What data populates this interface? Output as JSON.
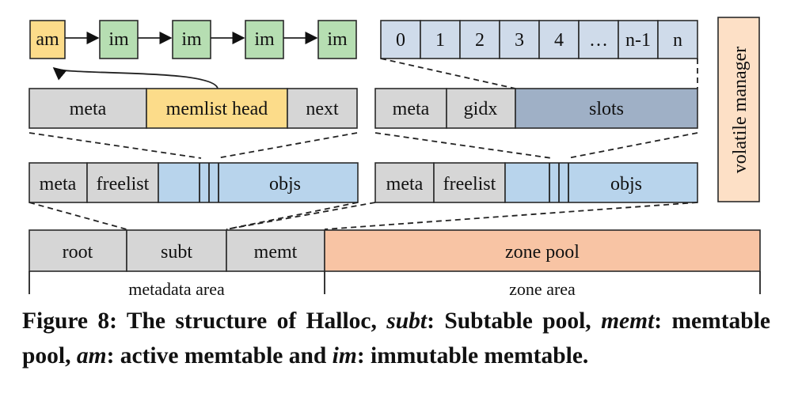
{
  "colors": {
    "yellow": "#fcdc8a",
    "green": "#b6deb2",
    "gray": "#d6d6d6",
    "blue": "#b8d4ec",
    "lightblue": "#cfdbea",
    "darkblue": "#9fb0c6",
    "orange": "#f8c4a4",
    "volatile": "#fde0c6"
  },
  "memtable_chain": {
    "active": "am",
    "immutable": [
      "im",
      "im",
      "im",
      "im"
    ]
  },
  "slot_indices": [
    "0",
    "1",
    "2",
    "3",
    "4",
    "…",
    "n-1",
    "n"
  ],
  "memtable_struct": {
    "meta": "meta",
    "head": "memlist head",
    "next": "next"
  },
  "subtable_struct": {
    "meta": "meta",
    "gidx": "gidx",
    "slots": "slots"
  },
  "left_block": {
    "meta": "meta",
    "freelist": "freelist",
    "objs": "objs"
  },
  "right_block": {
    "meta": "meta",
    "freelist": "freelist",
    "objs": "objs"
  },
  "volatile_manager": "volatile manager",
  "areas": {
    "root": "root",
    "subt": "subt",
    "memt": "memt",
    "zone_pool": "zone pool",
    "metadata_area": "metadata area",
    "zone_area": "zone area"
  },
  "caption": {
    "fig": "Figure 8: The structure of Halloc, ",
    "t1": "subt",
    "s1": ": Subtable pool, ",
    "t2": "memt",
    "s2": ": memtable pool, ",
    "t3": "am",
    "s3": ": active memtable and ",
    "t4": "im",
    "s4": ": immutable memtable."
  }
}
